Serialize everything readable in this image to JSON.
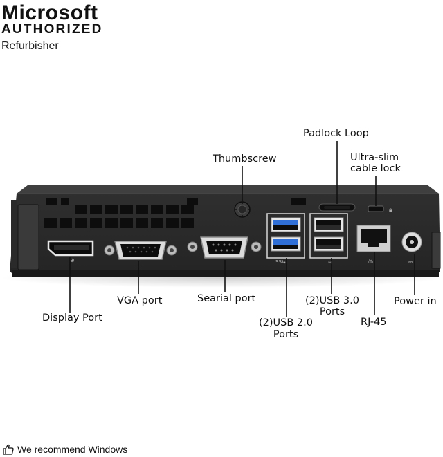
{
  "brand": {
    "line1": "Microsoft",
    "line2": "AUTHORIZED",
    "line3": "Refurbisher"
  },
  "labels": {
    "padlock_loop": "Padlock Loop",
    "thumbscrew": "Thumbscrew",
    "ultra_slim_1": "Ultra-slim",
    "ultra_slim_2": "cable lock",
    "display_port": "Display Port",
    "vga_port": "VGA port",
    "searial_port": "Searial port",
    "usb2_1": "(2)USB 2.0",
    "usb2_2": "Ports",
    "usb3_1": "(2)USB 3.0",
    "usb3_2": "Ports",
    "rj45": "RJ-45",
    "power_in": "Power in"
  },
  "footer": {
    "icon": "thumbs-up-icon",
    "text": "We recommend Windows"
  },
  "colors": {
    "chassis": "#2b2b2b",
    "usb3_blue": "#2f6fd6",
    "text": "#111111"
  }
}
